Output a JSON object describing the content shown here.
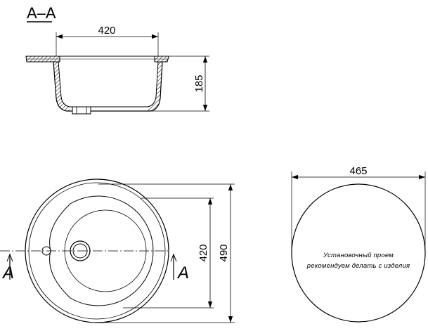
{
  "section_title": "A–A",
  "dimensions": {
    "section_width": "420",
    "section_depth": "185",
    "bowl_diameter": "420",
    "outer_diameter": "490",
    "cutout_diameter": "465"
  },
  "cut_labels": {
    "left": "A",
    "right": "A"
  },
  "cutout_note": {
    "line1": "Установочный проем",
    "line2": "рекомендуем делать с изделия"
  }
}
